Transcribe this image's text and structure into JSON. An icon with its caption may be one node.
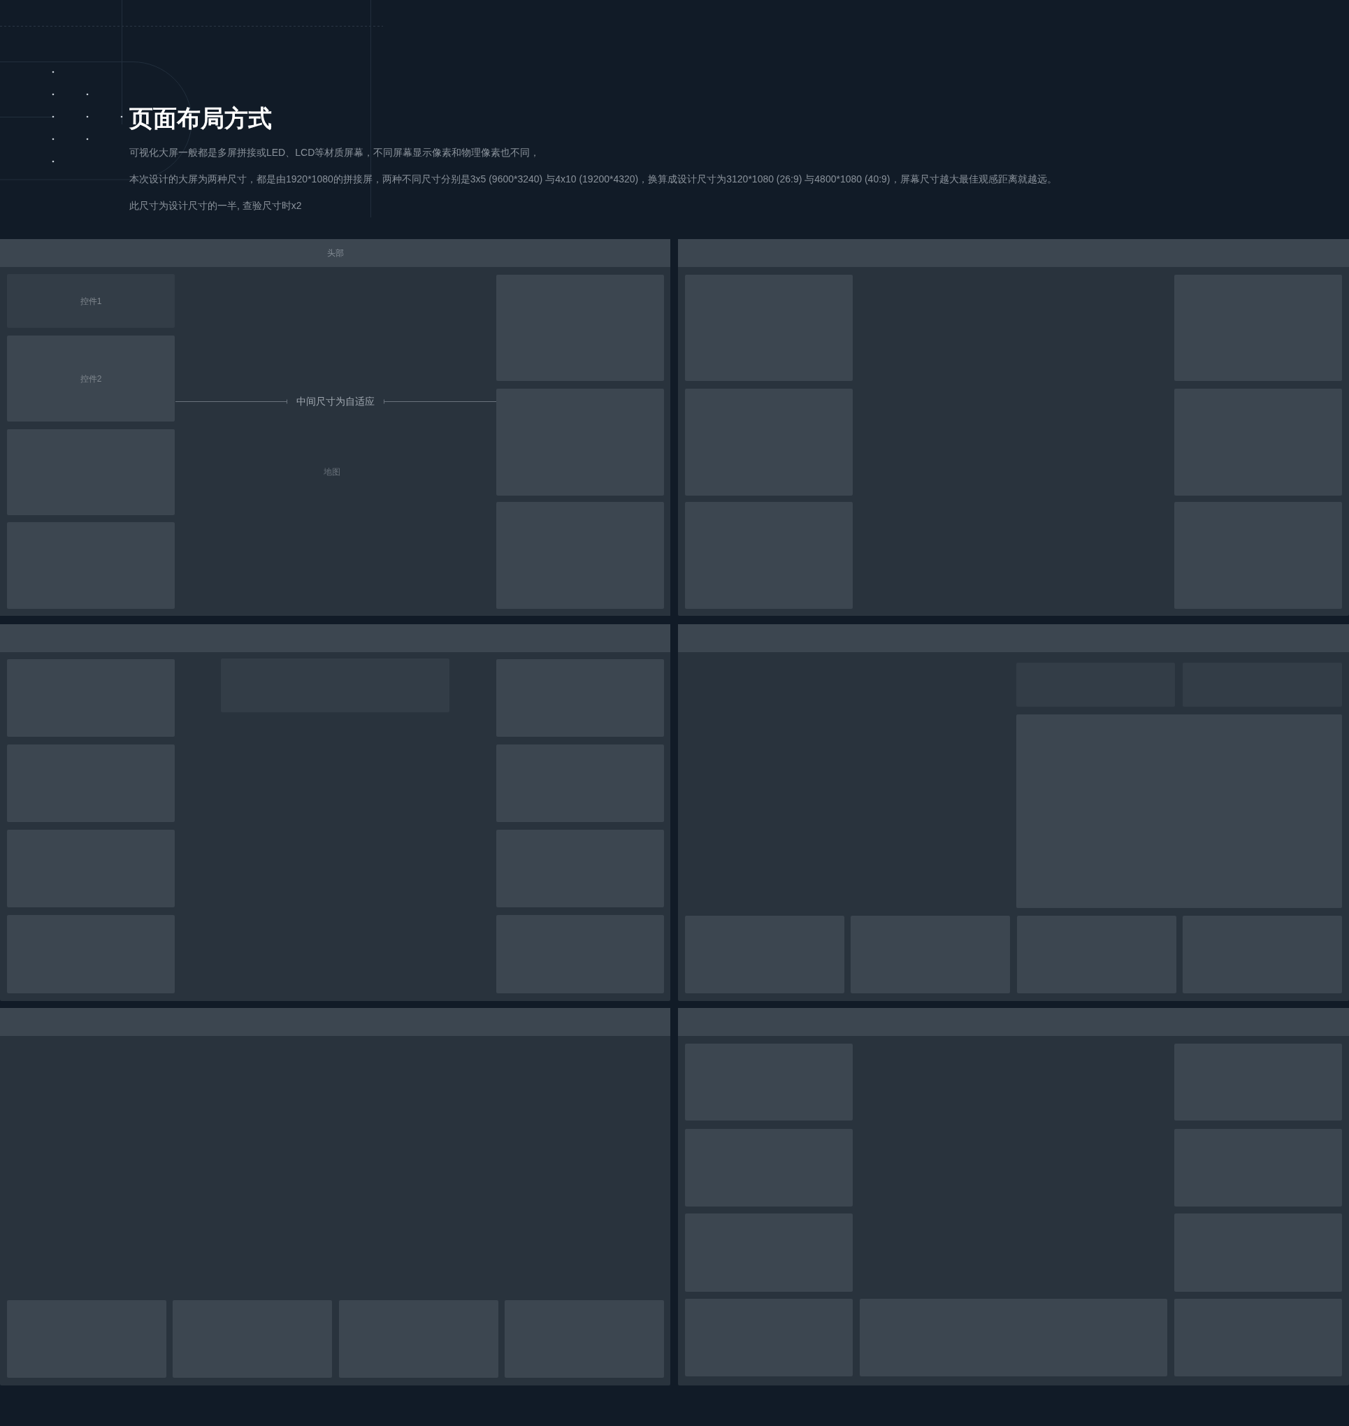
{
  "diagram": {
    "title": "页面布局方式",
    "nodes": [
      {
        "text": [
          "地图"
        ]
      },
      {
        "text": [
          "头部"
        ],
        "in": 0
      },
      {
        "text": [
          "控件1"
        ],
        "in": 0
      },
      {
        "text": [
          "控件2"
        ],
        "in": 0
      },
      {
        "text": [],
        "shape": "box",
        "in": 0
      },
      {
        "text": [],
        "shape": "box",
        "in": 0
      },
      {
        "text": [],
        "shape": "box",
        "in": 0
      },
      {
        "text": [],
        "shape": "box",
        "in": 0
      },
      {
        "text": [],
        "shape": "box",
        "in": 0
      },
      {
        "text": [],
        "shape": "box"
      },
      {
        "text": [],
        "shape": "bar",
        "in": 9
      },
      {
        "text": [],
        "shape": "box",
        "in": 9
      },
      {
        "text": [],
        "shape": "box",
        "in": 9
      },
      {
        "text": [],
        "shape": "box",
        "in": 9
      },
      {
        "text": [],
        "shape": "box",
        "in": 9
      },
      {
        "text": [],
        "shape": "box",
        "in": 9
      },
      {
        "text": [],
        "shape": "box",
        "in": 9
      },
      {
        "text": [],
        "shape": "box"
      },
      {
        "text": [],
        "shape": "bar",
        "in": 17
      },
      {
        "text": [],
        "shape": "box",
        "in": 17
      },
      {
        "text": [],
        "shape": "box",
        "in": 17
      },
      {
        "text": [],
        "shape": "box",
        "in": 17
      },
      {
        "text": [],
        "shape": "box",
        "in": 17
      },
      {
        "text": [],
        "shape": "box",
        "in": 17
      },
      {
        "text": [],
        "shape": "box",
        "in": 17
      },
      {
        "text": [],
        "shape": "box",
        "in": 17
      },
      {
        "text": [],
        "shape": "box",
        "in": 17
      },
      {
        "text": [],
        "shape": "box",
        "in": 17
      },
      {
        "text": [],
        "shape": "box"
      },
      {
        "text": [],
        "shape": "bar",
        "in": 28
      },
      {
        "text": [],
        "shape": "box",
        "in": 28
      },
      {
        "text": [],
        "shape": "box",
        "in": 28
      },
      {
        "text": [],
        "shape": "box",
        "in": 28
      },
      {
        "text": [],
        "shape": "box",
        "in": 28
      },
      {
        "text": [],
        "shape": "box",
        "in": 28
      },
      {
        "text": [],
        "shape": "box",
        "in": 28
      },
      {
        "text": [],
        "shape": "box",
        "in": 28
      },
      {
        "text": [],
        "shape": "box"
      },
      {
        "text": [],
        "shape": "bar",
        "in": 37
      },
      {
        "text": [],
        "shape": "box",
        "in": 37
      },
      {
        "text": [],
        "shape": "box",
        "in": 37
      },
      {
        "text": [],
        "shape": "box",
        "in": 37
      },
      {
        "text": [],
        "shape": "box",
        "in": 37
      },
      {
        "text": [],
        "shape": "box"
      },
      {
        "text": [],
        "shape": "bar",
        "in": 43
      },
      {
        "text": [],
        "shape": "box",
        "in": 43
      },
      {
        "text": [],
        "shape": "box",
        "in": 43
      },
      {
        "text": [],
        "shape": "box",
        "in": 43
      },
      {
        "text": [],
        "shape": "box",
        "in": 43
      },
      {
        "text": [],
        "shape": "box",
        "in": 43
      },
      {
        "text": [],
        "shape": "box",
        "in": 43
      },
      {
        "text": [],
        "shape": "box",
        "in": 43
      },
      {
        "text": [],
        "shape": "box",
        "in": 43
      },
      {
        "text": [],
        "shape": "box",
        "in": 43
      }
    ],
    "labels": [
      "可视化大屏一般都是多屏拼接或LED、LCD等材质屏幕，不同屏幕显示像素和物理像素也不同，",
      "本次设计的大屏为两种尺寸，都是由1920*1080的拼接屏，两种不同尺寸分别是3x5 (9600*3240) 与4x10 (19200*4320)，换算成设计尺寸为3120*1080 (26:9) 与4800*1080 (40:9)，屏幕尺寸越大最佳观感距离就越远。",
      "此尺寸为设计尺寸的一半, 查验尺寸时x2",
      "中间尺寸为自适应"
    ]
  }
}
